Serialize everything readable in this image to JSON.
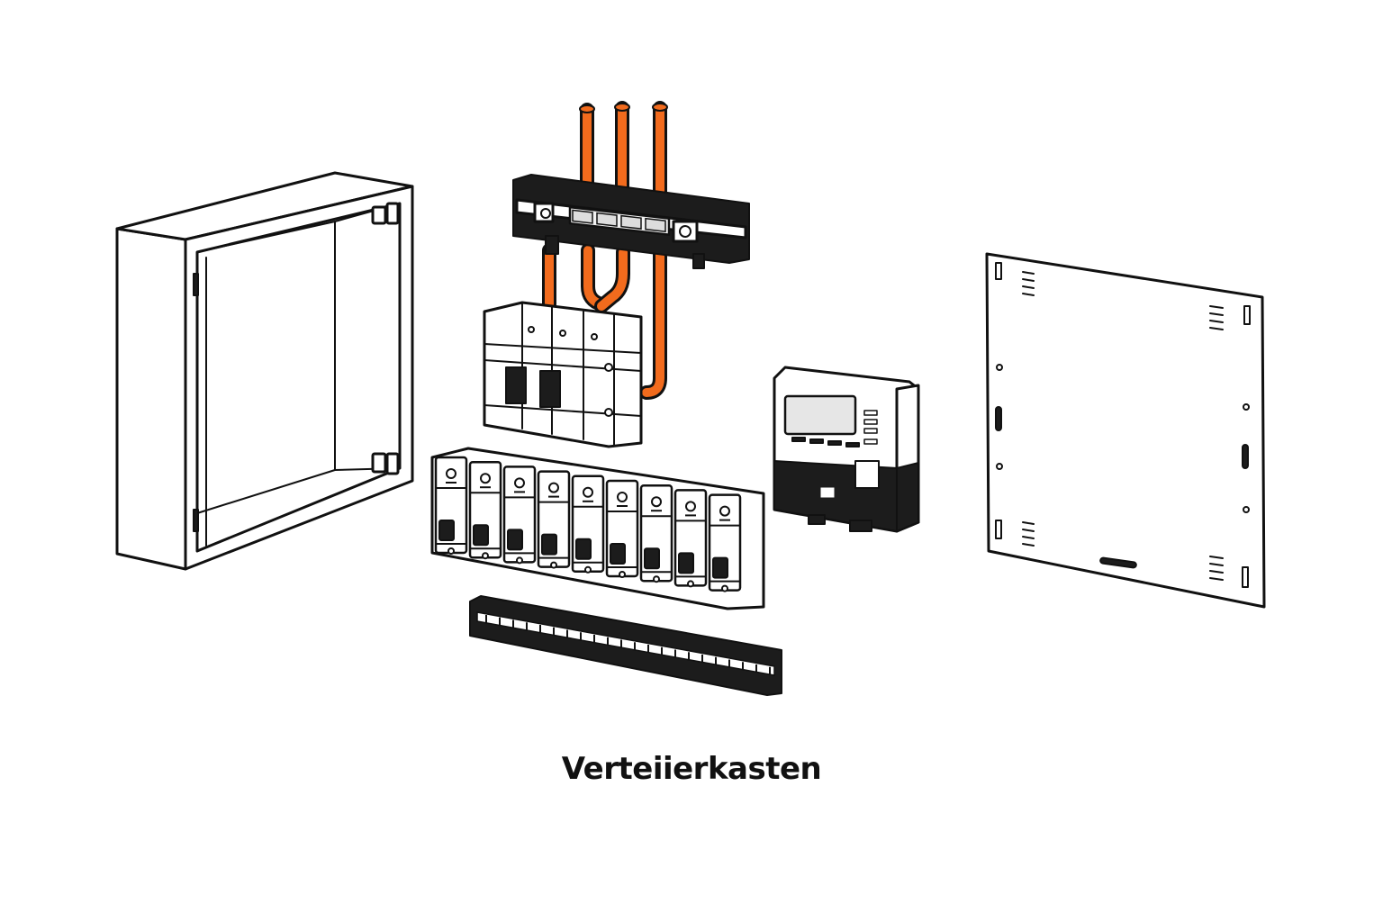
{
  "diagram": {
    "caption": "Verteiierkasten",
    "colors": {
      "background": "#ffffff",
      "outline": "#111111",
      "conductor": "#f26b1d",
      "display": "#e6e6e6",
      "dark_parts": "#1c1c1c"
    },
    "components": [
      {
        "id": "enclosure",
        "label": ""
      },
      {
        "id": "busbar-terminal-block",
        "label": ""
      },
      {
        "id": "main-switch",
        "label": ""
      },
      {
        "id": "circuit-breakers",
        "label": "",
        "count": 9
      },
      {
        "id": "electricity-meter",
        "label": ""
      },
      {
        "id": "din-rail",
        "label": ""
      },
      {
        "id": "cover-plate",
        "label": ""
      }
    ]
  }
}
